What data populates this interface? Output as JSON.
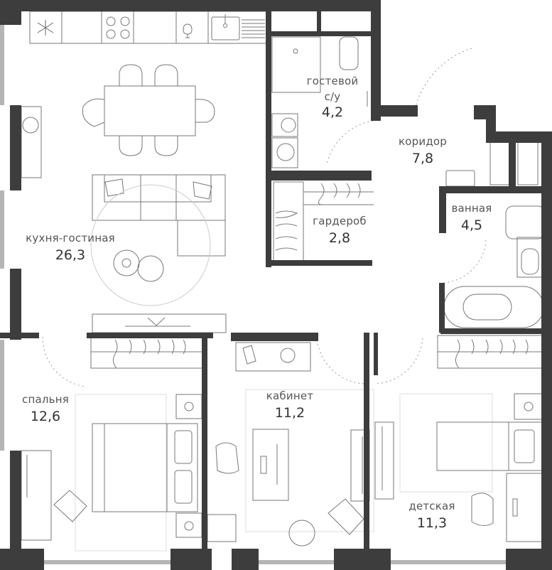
{
  "plan": {
    "colors": {
      "wall": "#3d3d3d",
      "wall_outer": "#555555",
      "window": "#9a9a9a",
      "furniture": "#6a6a6a",
      "text": "#555555",
      "area_text": "#333333"
    },
    "rooms": [
      {
        "id": "kitchen-living",
        "name": "кухня-гостиная",
        "area": "26,3"
      },
      {
        "id": "guest-bathroom",
        "name": "гостевой с/у",
        "name_line1": "гостевой",
        "name_line2": "с/у",
        "area": "4,2"
      },
      {
        "id": "corridor",
        "name": "коридор",
        "area": "7,8"
      },
      {
        "id": "wardrobe",
        "name": "гардероб",
        "area": "2,8"
      },
      {
        "id": "bathroom",
        "name": "ванная",
        "area": "4,5"
      },
      {
        "id": "bedroom",
        "name": "спальня",
        "area": "12,6"
      },
      {
        "id": "study",
        "name": "кабинет",
        "area": "11,2"
      },
      {
        "id": "kids-room",
        "name": "детская",
        "area": "11,3"
      }
    ]
  }
}
